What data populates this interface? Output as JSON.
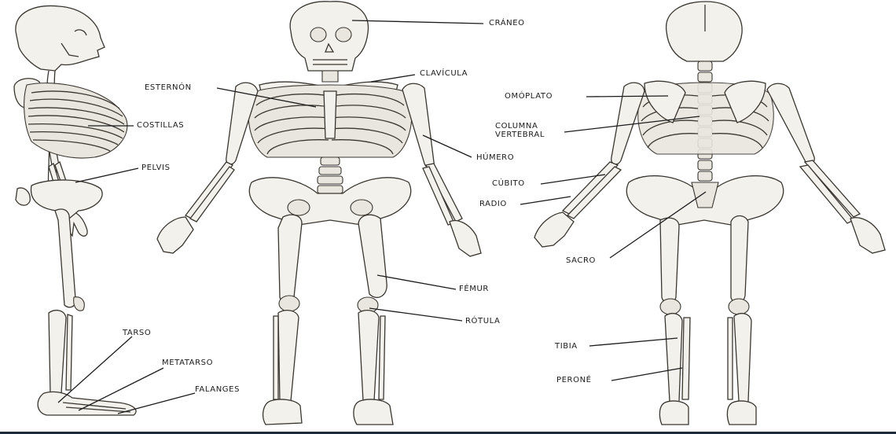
{
  "labels": {
    "craneo": "CRÁNEO",
    "clavicula": "CLAVÍCULA",
    "esternon": "ESTERNÓN",
    "costillas": "COSTILLAS",
    "pelvis": "PELVIS",
    "humero": "HÚMERO",
    "omoplato": "OMÓPLATO",
    "columna_line1": "COLUMNA",
    "columna_line2": "VERTEBRAL",
    "cubito": "CÚBITO",
    "radio": "RADIO",
    "sacro": "SACRO",
    "femur": "FÉMUR",
    "rotula": "RÓTULA",
    "tarso": "TARSO",
    "metatarso": "METATARSO",
    "falanges": "FALANGES",
    "tibia": "TIBIA",
    "perone": "PERONÉ"
  }
}
